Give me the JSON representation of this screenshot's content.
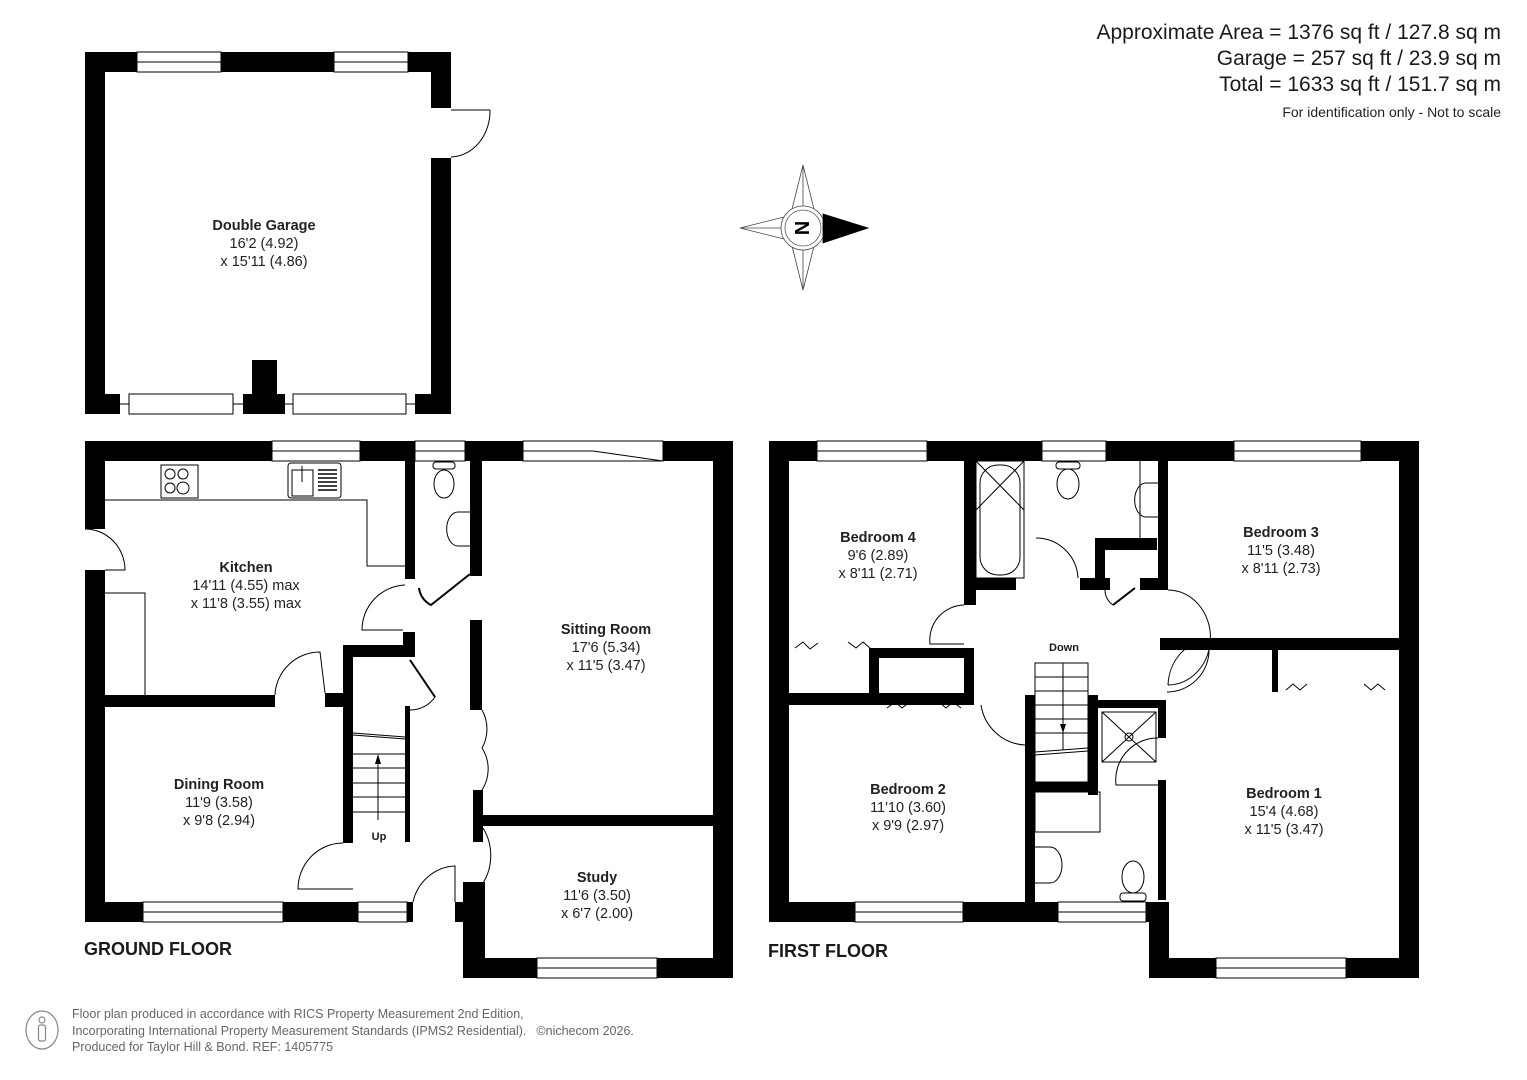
{
  "area_summary": {
    "approximate_area": "Approximate Area = 1376 sq ft / 127.8 sq m",
    "garage": "Garage = 257 sq ft / 23.9 sq m",
    "total": "Total = 1633 sq ft / 151.7 sq m",
    "note": "For identification only - Not to scale"
  },
  "compass": {
    "icon": "north-arrow-icon",
    "letter": "N",
    "direction": "east (pointing right)"
  },
  "garage": {
    "rooms": [
      {
        "name": "Double Garage",
        "dim1": "16'2 (4.92)",
        "dim2": "x 15'11 (4.86)"
      }
    ]
  },
  "ground_floor": {
    "label": "GROUND FLOOR",
    "stairs_label": "Up",
    "rooms": [
      {
        "name": "Kitchen",
        "dim1": "14'11 (4.55) max",
        "dim2": "x 11'8 (3.55) max"
      },
      {
        "name": "Dining Room",
        "dim1": "11'9 (3.58)",
        "dim2": "x 9'8 (2.94)"
      },
      {
        "name": "Sitting Room",
        "dim1": "17'6 (5.34)",
        "dim2": "x 11'5 (3.47)"
      },
      {
        "name": "Study",
        "dim1": "11'6 (3.50)",
        "dim2": "x 6'7 (2.00)"
      }
    ]
  },
  "first_floor": {
    "label": "FIRST FLOOR",
    "stairs_label": "Down",
    "rooms": [
      {
        "name": "Bedroom 4",
        "dim1": "9'6 (2.89)",
        "dim2": "x 8'11 (2.71)"
      },
      {
        "name": "Bedroom 3",
        "dim1": "11'5 (3.48)",
        "dim2": "x 8'11 (2.73)"
      },
      {
        "name": "Bedroom 2",
        "dim1": "11'10 (3.60)",
        "dim2": "x 9'9 (2.97)"
      },
      {
        "name": "Bedroom 1",
        "dim1": "15'4 (4.68)",
        "dim2": "x 11'5 (3.47)"
      }
    ]
  },
  "footer": {
    "line1": "Floor plan produced in accordance with RICS Property Measurement 2nd Edition,",
    "line2": "Incorporating International Property Measurement Standards (IPMS2 Residential).",
    "copyright": "©nichecom 2026.",
    "line3": "Produced for Taylor Hill & Bond.   REF: 1405775"
  },
  "colors": {
    "wall": "#000000",
    "background": "#ffffff",
    "text": "#222222",
    "footer_text": "#666666"
  }
}
